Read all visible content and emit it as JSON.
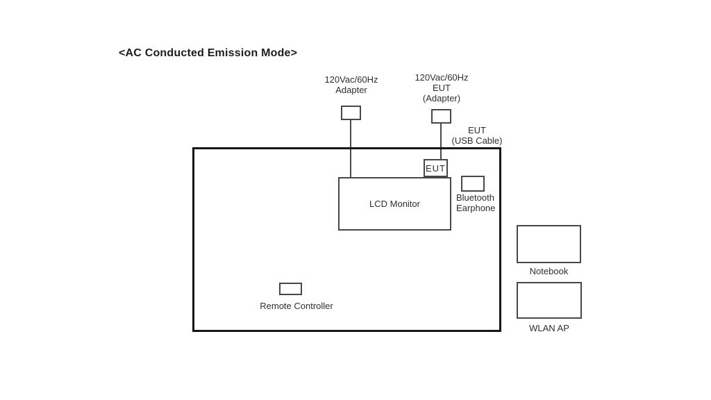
{
  "title": "<AC Conducted Emission Mode>",
  "nodes": {
    "adapter": {
      "label": "120Vac/60Hz\nAdapter"
    },
    "eut_adapter": {
      "label": "120Vac/60Hz\nEUT\n(Adapter)"
    },
    "eut_usb_cable": {
      "label": "EUT\n(USB Cable)"
    },
    "eut": {
      "label": "EUT"
    },
    "lcd_monitor": {
      "label": "LCD Monitor"
    },
    "bluetooth_earphone": {
      "label": "Bluetooth\nEarphone"
    },
    "remote_controller": {
      "label": "Remote Controller"
    },
    "notebook": {
      "label": "Notebook"
    },
    "wlan_ap": {
      "label": "WLAN AP"
    }
  },
  "connections": [
    {
      "from": "adapter",
      "to": "lcd_monitor",
      "type": "power-cable"
    },
    {
      "from": "eut_adapter",
      "to": "eut",
      "type": "power-cable"
    }
  ],
  "colors": {
    "background": "#ffffff",
    "outer_border": "#161616",
    "box_border": "#474747",
    "wire": "#4a4a4a",
    "text": "#2e2e2e"
  }
}
